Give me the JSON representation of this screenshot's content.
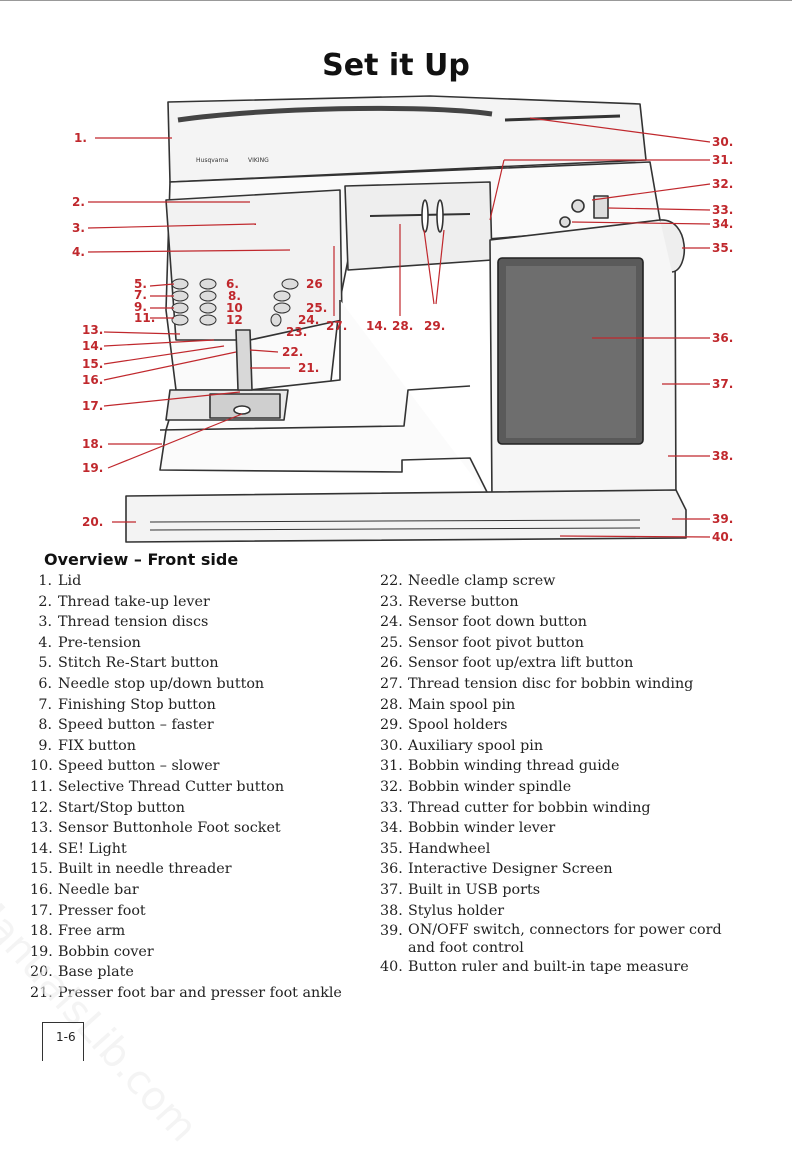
{
  "page": {
    "title": "Set it Up",
    "page_number": "1-6",
    "watermark": "ManualsLib.com"
  },
  "diagram": {
    "brand_left": "Husqvarna",
    "brand_right": "VIKING",
    "callouts": [
      "1.",
      "2.",
      "3.",
      "4.",
      "5.",
      "6.",
      "7.",
      "8.",
      "9.",
      "10",
      "11.",
      "12",
      "13.",
      "14.",
      "15.",
      "16.",
      "17.",
      "18.",
      "19.",
      "20.",
      "21.",
      "22.",
      "23.",
      "24.",
      "25.",
      "26",
      "27.",
      "14.",
      "28.",
      "29.",
      "30.",
      "31.",
      "32.",
      "33.",
      "34.",
      "35.",
      "36.",
      "37.",
      "38.",
      "39.",
      "40."
    ]
  },
  "overview": {
    "heading": "Overview – Front side",
    "items": [
      {
        "num": "1.",
        "text": "Lid"
      },
      {
        "num": "2.",
        "text": "Thread take-up lever"
      },
      {
        "num": "3.",
        "text": "Thread tension discs"
      },
      {
        "num": "4.",
        "text": "Pre-tension"
      },
      {
        "num": "5.",
        "text": "Stitch Re-Start button"
      },
      {
        "num": "6.",
        "text": "Needle stop up/down button"
      },
      {
        "num": "7.",
        "text": "Finishing Stop button"
      },
      {
        "num": "8.",
        "text": "Speed button – faster"
      },
      {
        "num": "9.",
        "text": "FIX button"
      },
      {
        "num": "10.",
        "text": "Speed button – slower"
      },
      {
        "num": "11.",
        "text": "Selective Thread Cutter button"
      },
      {
        "num": "12.",
        "text": "Start/Stop button"
      },
      {
        "num": "13.",
        "text": "Sensor Buttonhole Foot socket"
      },
      {
        "num": "14.",
        "text": "SE! Light"
      },
      {
        "num": "15.",
        "text": "Built in needle threader"
      },
      {
        "num": "16.",
        "text": "Needle bar"
      },
      {
        "num": "17.",
        "text": "Presser foot"
      },
      {
        "num": "18.",
        "text": "Free arm"
      },
      {
        "num": "19.",
        "text": "Bobbin cover"
      },
      {
        "num": "20.",
        "text": "Base plate"
      },
      {
        "num": "21.",
        "text": "Presser foot bar and presser foot ankle"
      },
      {
        "num": "22.",
        "text": "Needle clamp screw"
      },
      {
        "num": "23.",
        "text": "Reverse button"
      },
      {
        "num": "24.",
        "text": "Sensor foot down button"
      },
      {
        "num": "25.",
        "text": "Sensor foot pivot button"
      },
      {
        "num": "26.",
        "text": "Sensor foot up/extra lift button"
      },
      {
        "num": "27.",
        "text": "Thread tension disc for bobbin winding"
      },
      {
        "num": "28.",
        "text": "Main spool pin"
      },
      {
        "num": "29.",
        "text": "Spool holders"
      },
      {
        "num": "30.",
        "text": "Auxiliary spool pin"
      },
      {
        "num": "31.",
        "text": "Bobbin winding thread guide"
      },
      {
        "num": "32.",
        "text": "Bobbin winder spindle"
      },
      {
        "num": "33.",
        "text": "Thread cutter for bobbin winding"
      },
      {
        "num": "34.",
        "text": "Bobbin winder lever"
      },
      {
        "num": "35.",
        "text": "Handwheel"
      },
      {
        "num": "36.",
        "text": "Interactive Designer Screen"
      },
      {
        "num": "37.",
        "text": "Built in USB ports"
      },
      {
        "num": "38.",
        "text": "Stylus holder"
      },
      {
        "num": "39.",
        "text": "ON/OFF switch, connectors for power cord and foot control"
      },
      {
        "num": "40.",
        "text": "Button ruler and built-in tape measure"
      }
    ]
  }
}
